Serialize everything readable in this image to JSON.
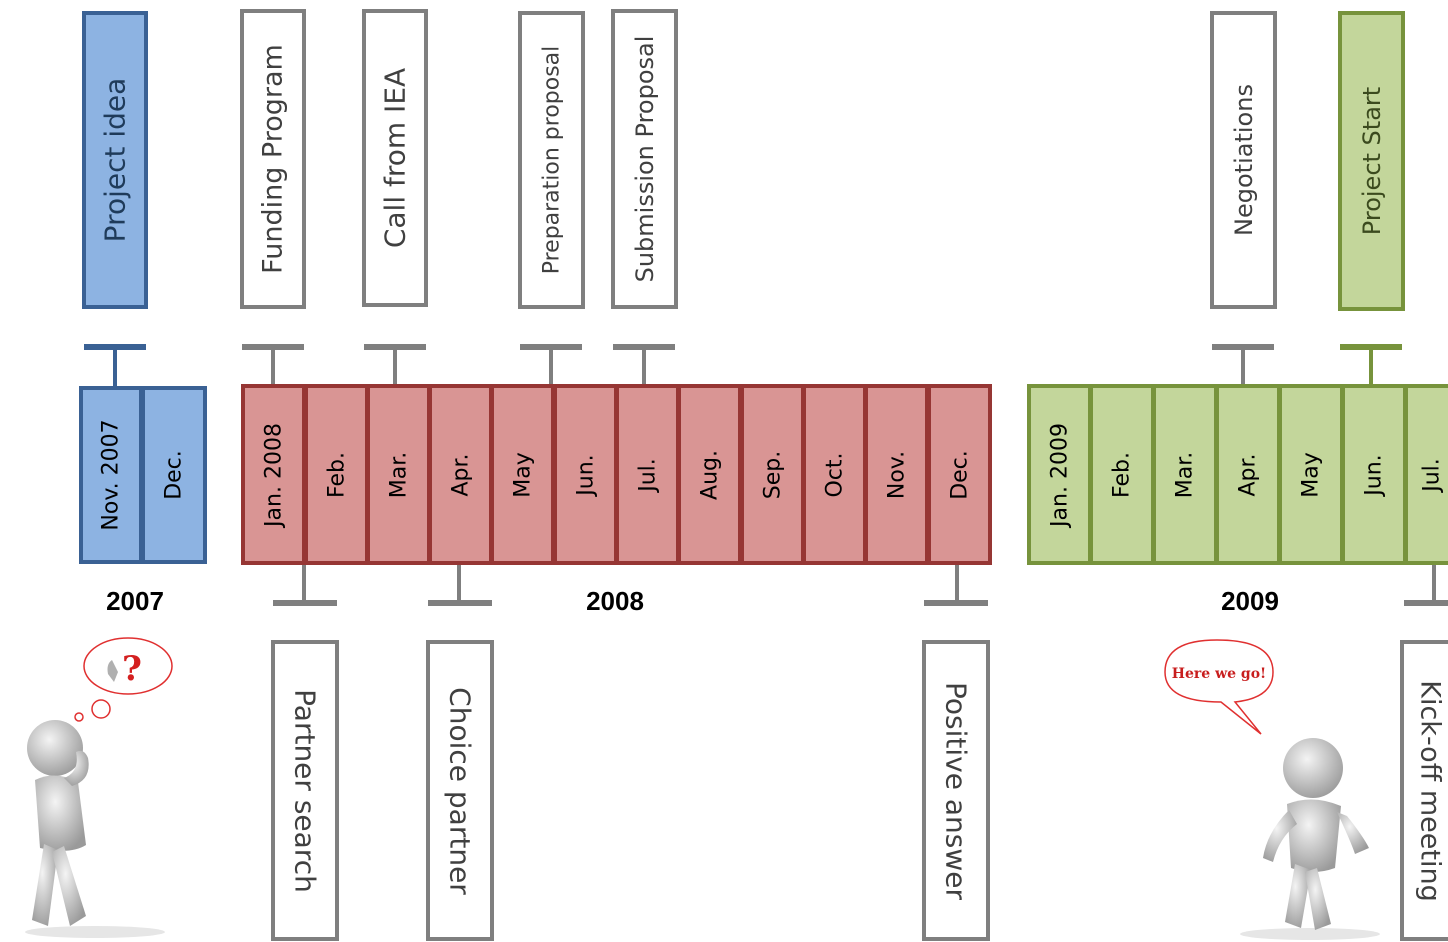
{
  "years": {
    "y2007": "2007",
    "y2008": "2008",
    "y2009": "2009"
  },
  "months_2007": [
    "Nov. 2007",
    "Dec."
  ],
  "months_2008": [
    "Jan. 2008",
    "Feb.",
    "Mar.",
    "Apr.",
    "May",
    "Jun.",
    "Jul.",
    "Aug.",
    "Sep.",
    "Oct.",
    "Nov.",
    "Dec."
  ],
  "months_2009": [
    "Jan. 2009",
    "Feb.",
    "Mar.",
    "Apr.",
    "May",
    "Jun.",
    "Jul."
  ],
  "events_top": {
    "project_idea": "Project idea",
    "funding_program": "Funding Program",
    "call_from_iea": "Call from IEA",
    "preparation_proposal": "Preparation proposal",
    "submission_proposal": "Submission Proposal",
    "negotiations": "Negotiations",
    "project_start": "Project Start"
  },
  "events_bottom": {
    "partner_search": "Partner search",
    "choice_partner": "Choice partner",
    "positive_answer": "Positive answer",
    "kick_off_meeting": "Kick-off meeting"
  },
  "bubble_text": "Here we go!",
  "question_mark": "?",
  "colors": {
    "blue_fill": "#8db3e2",
    "blue_border": "#3a6194",
    "red_fill": "#d99594",
    "red_border": "#963634",
    "green_fill": "#c3d69b",
    "green_border": "#77933c",
    "gray": "#7f7f7f"
  },
  "icons": {
    "thinking_figure": "thinking-person-icon",
    "presenting_figure": "presenting-person-icon"
  }
}
